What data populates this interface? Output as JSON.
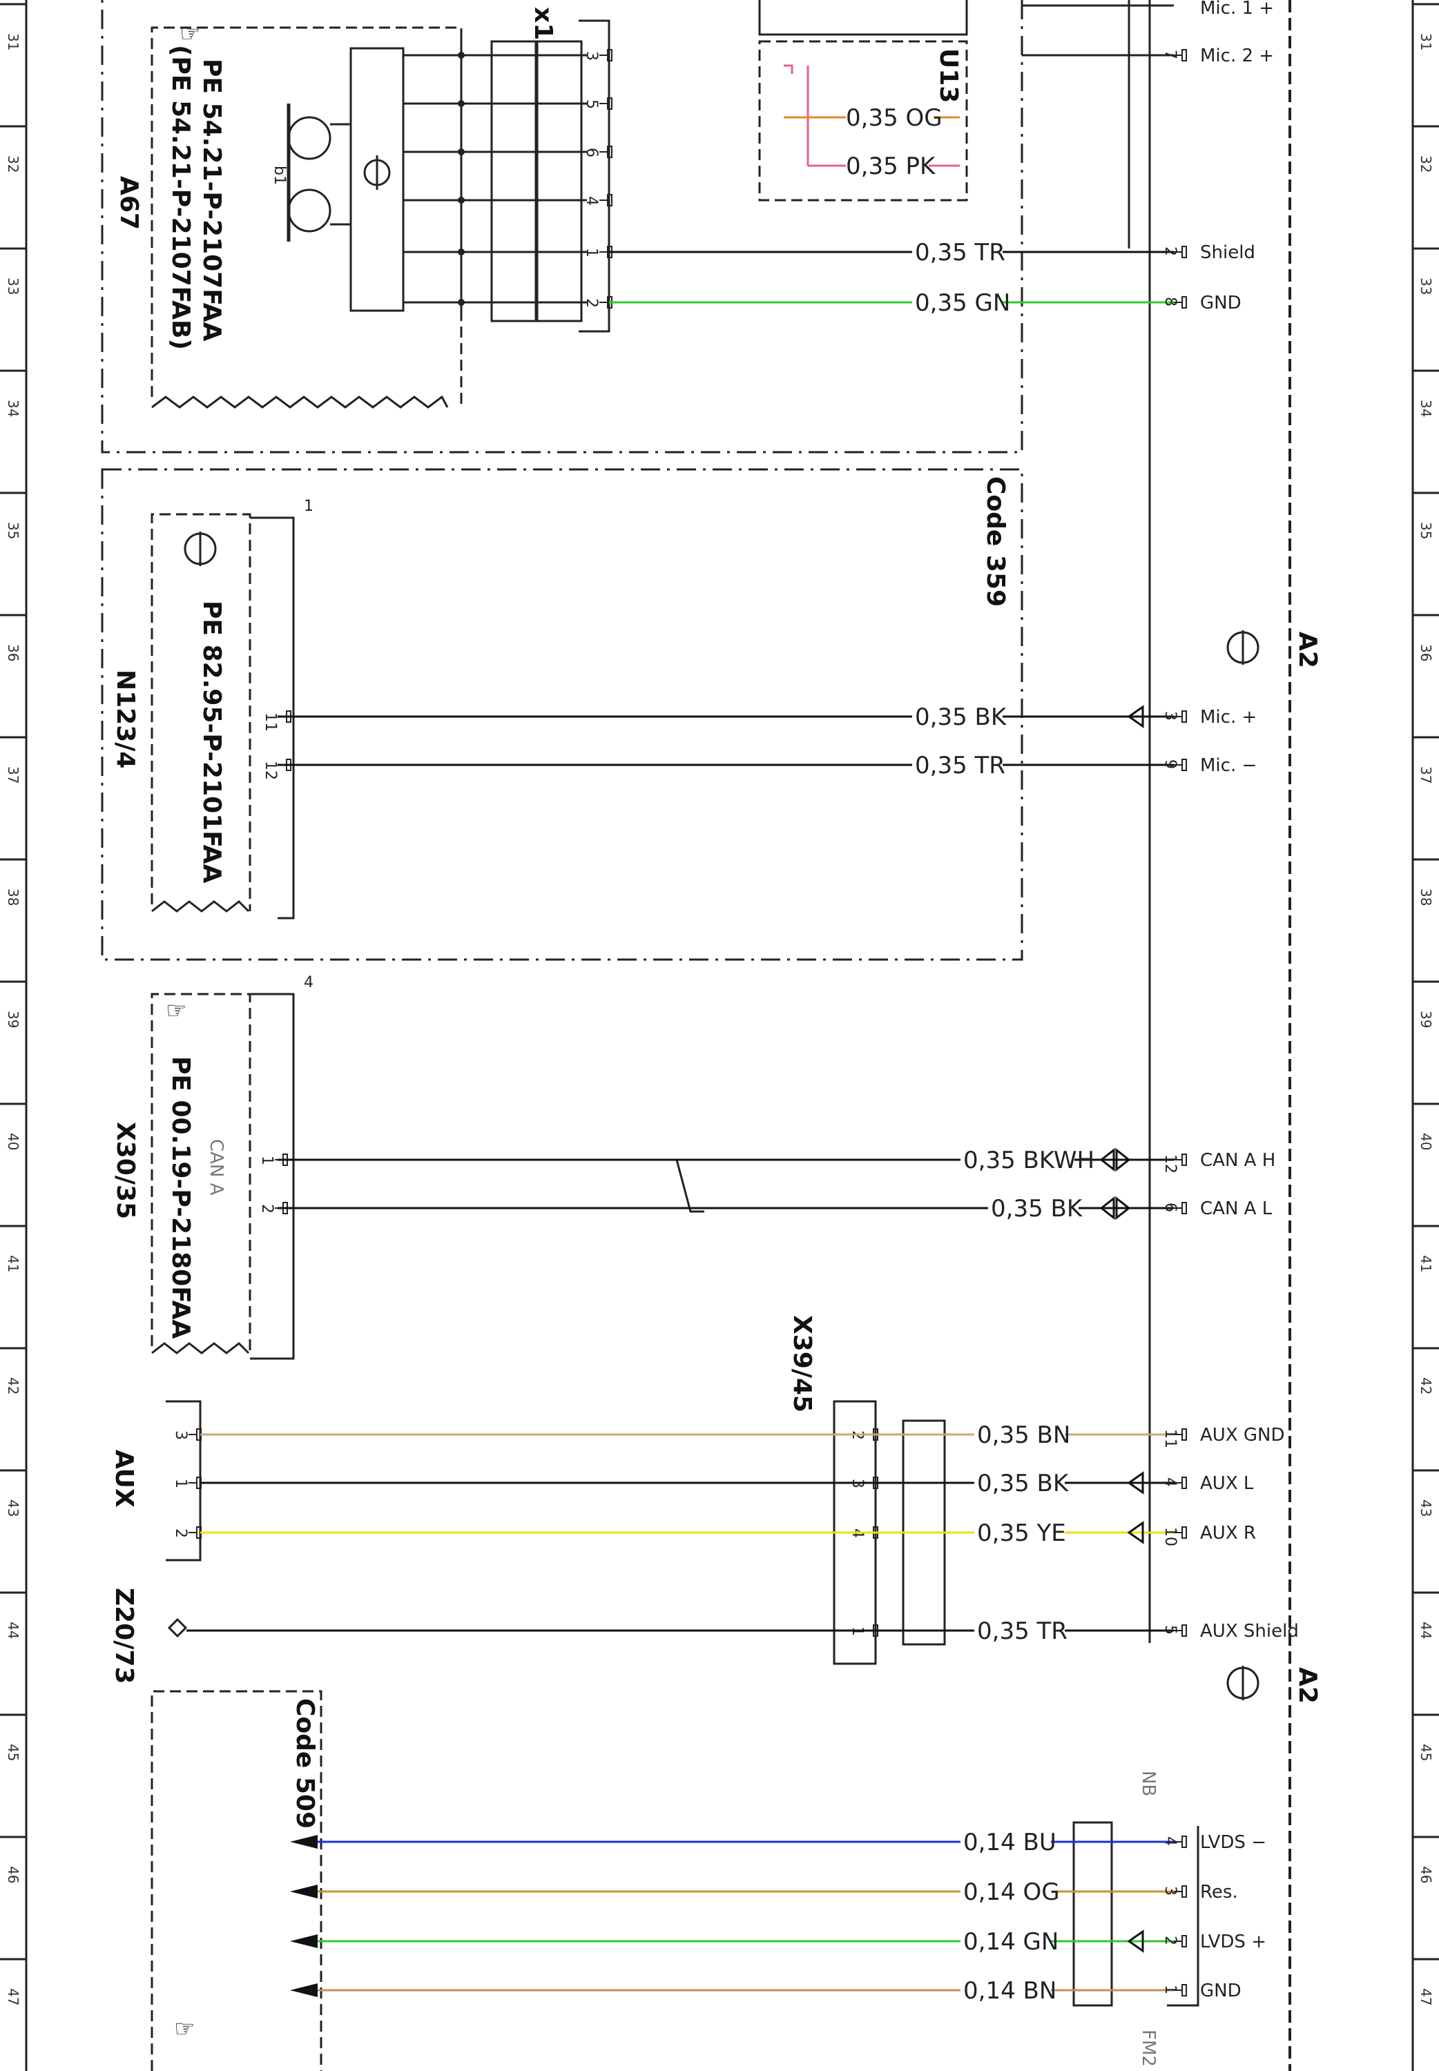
{
  "ruler": [
    "31",
    "32",
    "33",
    "34",
    "35",
    "36",
    "37",
    "38",
    "39",
    "40",
    "41",
    "42",
    "43",
    "44",
    "45",
    "46",
    "47"
  ],
  "components": {
    "a67": {
      "id": "A67",
      "ref1": "PE 54.21-P-2107FAA",
      "ref2": "(PE 54.21-P-2107FAB)",
      "sub": "b1",
      "conn": "x1"
    },
    "u13": {
      "id": "U13"
    },
    "code359": {
      "label": "Code 359"
    },
    "n123": {
      "id": "N123/4",
      "ref": "PE 82.95-P-2101FAA",
      "conn_no": "1"
    },
    "x3035": {
      "id": "X30/35",
      "ref": "PE 00.19-P-2180FAA",
      "bus": "CAN A",
      "conn_no": "4"
    },
    "x3945": {
      "id": "X39/45"
    },
    "aux": {
      "id": "AUX"
    },
    "z2073": {
      "id": "Z20/73"
    },
    "code509": {
      "label": "Code 509"
    },
    "a2": {
      "id": "A2"
    },
    "nb": {
      "id": "NB"
    },
    "fm2": {
      "id": "FM2"
    }
  },
  "wires": [
    {
      "label": "0,35 OG",
      "color": "#e8892b"
    },
    {
      "label": "0,35 PK",
      "color": "#e0609a"
    },
    {
      "label": "0,35 TR",
      "color": "#111111"
    },
    {
      "label": "0,35 GN",
      "color": "#2ecc2e"
    },
    {
      "label": "0,35 BK",
      "color": "#111111"
    },
    {
      "label": "0,35 TR",
      "color": "#111111"
    },
    {
      "label": "0,35 BKWH",
      "color": "#111111"
    },
    {
      "label": "0,35 BK",
      "color": "#111111"
    },
    {
      "label": "0,35 BN",
      "color": "#c8a878"
    },
    {
      "label": "0,35 BK",
      "color": "#111111"
    },
    {
      "label": "0,35 YE",
      "color": "#f0e000"
    },
    {
      "label": "0,35 TR",
      "color": "#111111"
    },
    {
      "label": "0,14 BU",
      "color": "#1a2fd8"
    },
    {
      "label": "0,14 OG",
      "color": "#d98a3a"
    },
    {
      "label": "0,14 GN",
      "color": "#2ecc2e"
    },
    {
      "label": "0,14 BN",
      "color": "#c89060"
    }
  ],
  "a2_pins": [
    {
      "pin": "7",
      "sig": "Mic. 2 +"
    },
    {
      "pin": "2",
      "sig": "Shield"
    },
    {
      "pin": "8",
      "sig": "GND"
    },
    {
      "pin": "3",
      "sig": "Mic. +"
    },
    {
      "pin": "9",
      "sig": "Mic. −"
    },
    {
      "pin": "12",
      "sig": "CAN A H"
    },
    {
      "pin": "6",
      "sig": "CAN A L"
    },
    {
      "pin": "11",
      "sig": "AUX GND"
    },
    {
      "pin": "4",
      "sig": "AUX L"
    },
    {
      "pin": "10",
      "sig": "AUX R"
    },
    {
      "pin": "5",
      "sig": "AUX Shield"
    },
    {
      "pin": "4",
      "sig": "LVDS −"
    },
    {
      "pin": "3",
      "sig": "Res."
    },
    {
      "pin": "2",
      "sig": "LVDS +"
    },
    {
      "pin": "1",
      "sig": "GND"
    }
  ],
  "top_cut": {
    "sig": "Mic. 1 +"
  },
  "x1_pins": [
    "3",
    "5",
    "6",
    "4",
    "1",
    "2"
  ],
  "n123_pins": [
    "11",
    "12"
  ],
  "x3035_pins": [
    "1",
    "2"
  ],
  "x3945_pins": [
    "2",
    "3",
    "4",
    "1"
  ],
  "aux_pins": [
    "3",
    "1",
    "2"
  ]
}
